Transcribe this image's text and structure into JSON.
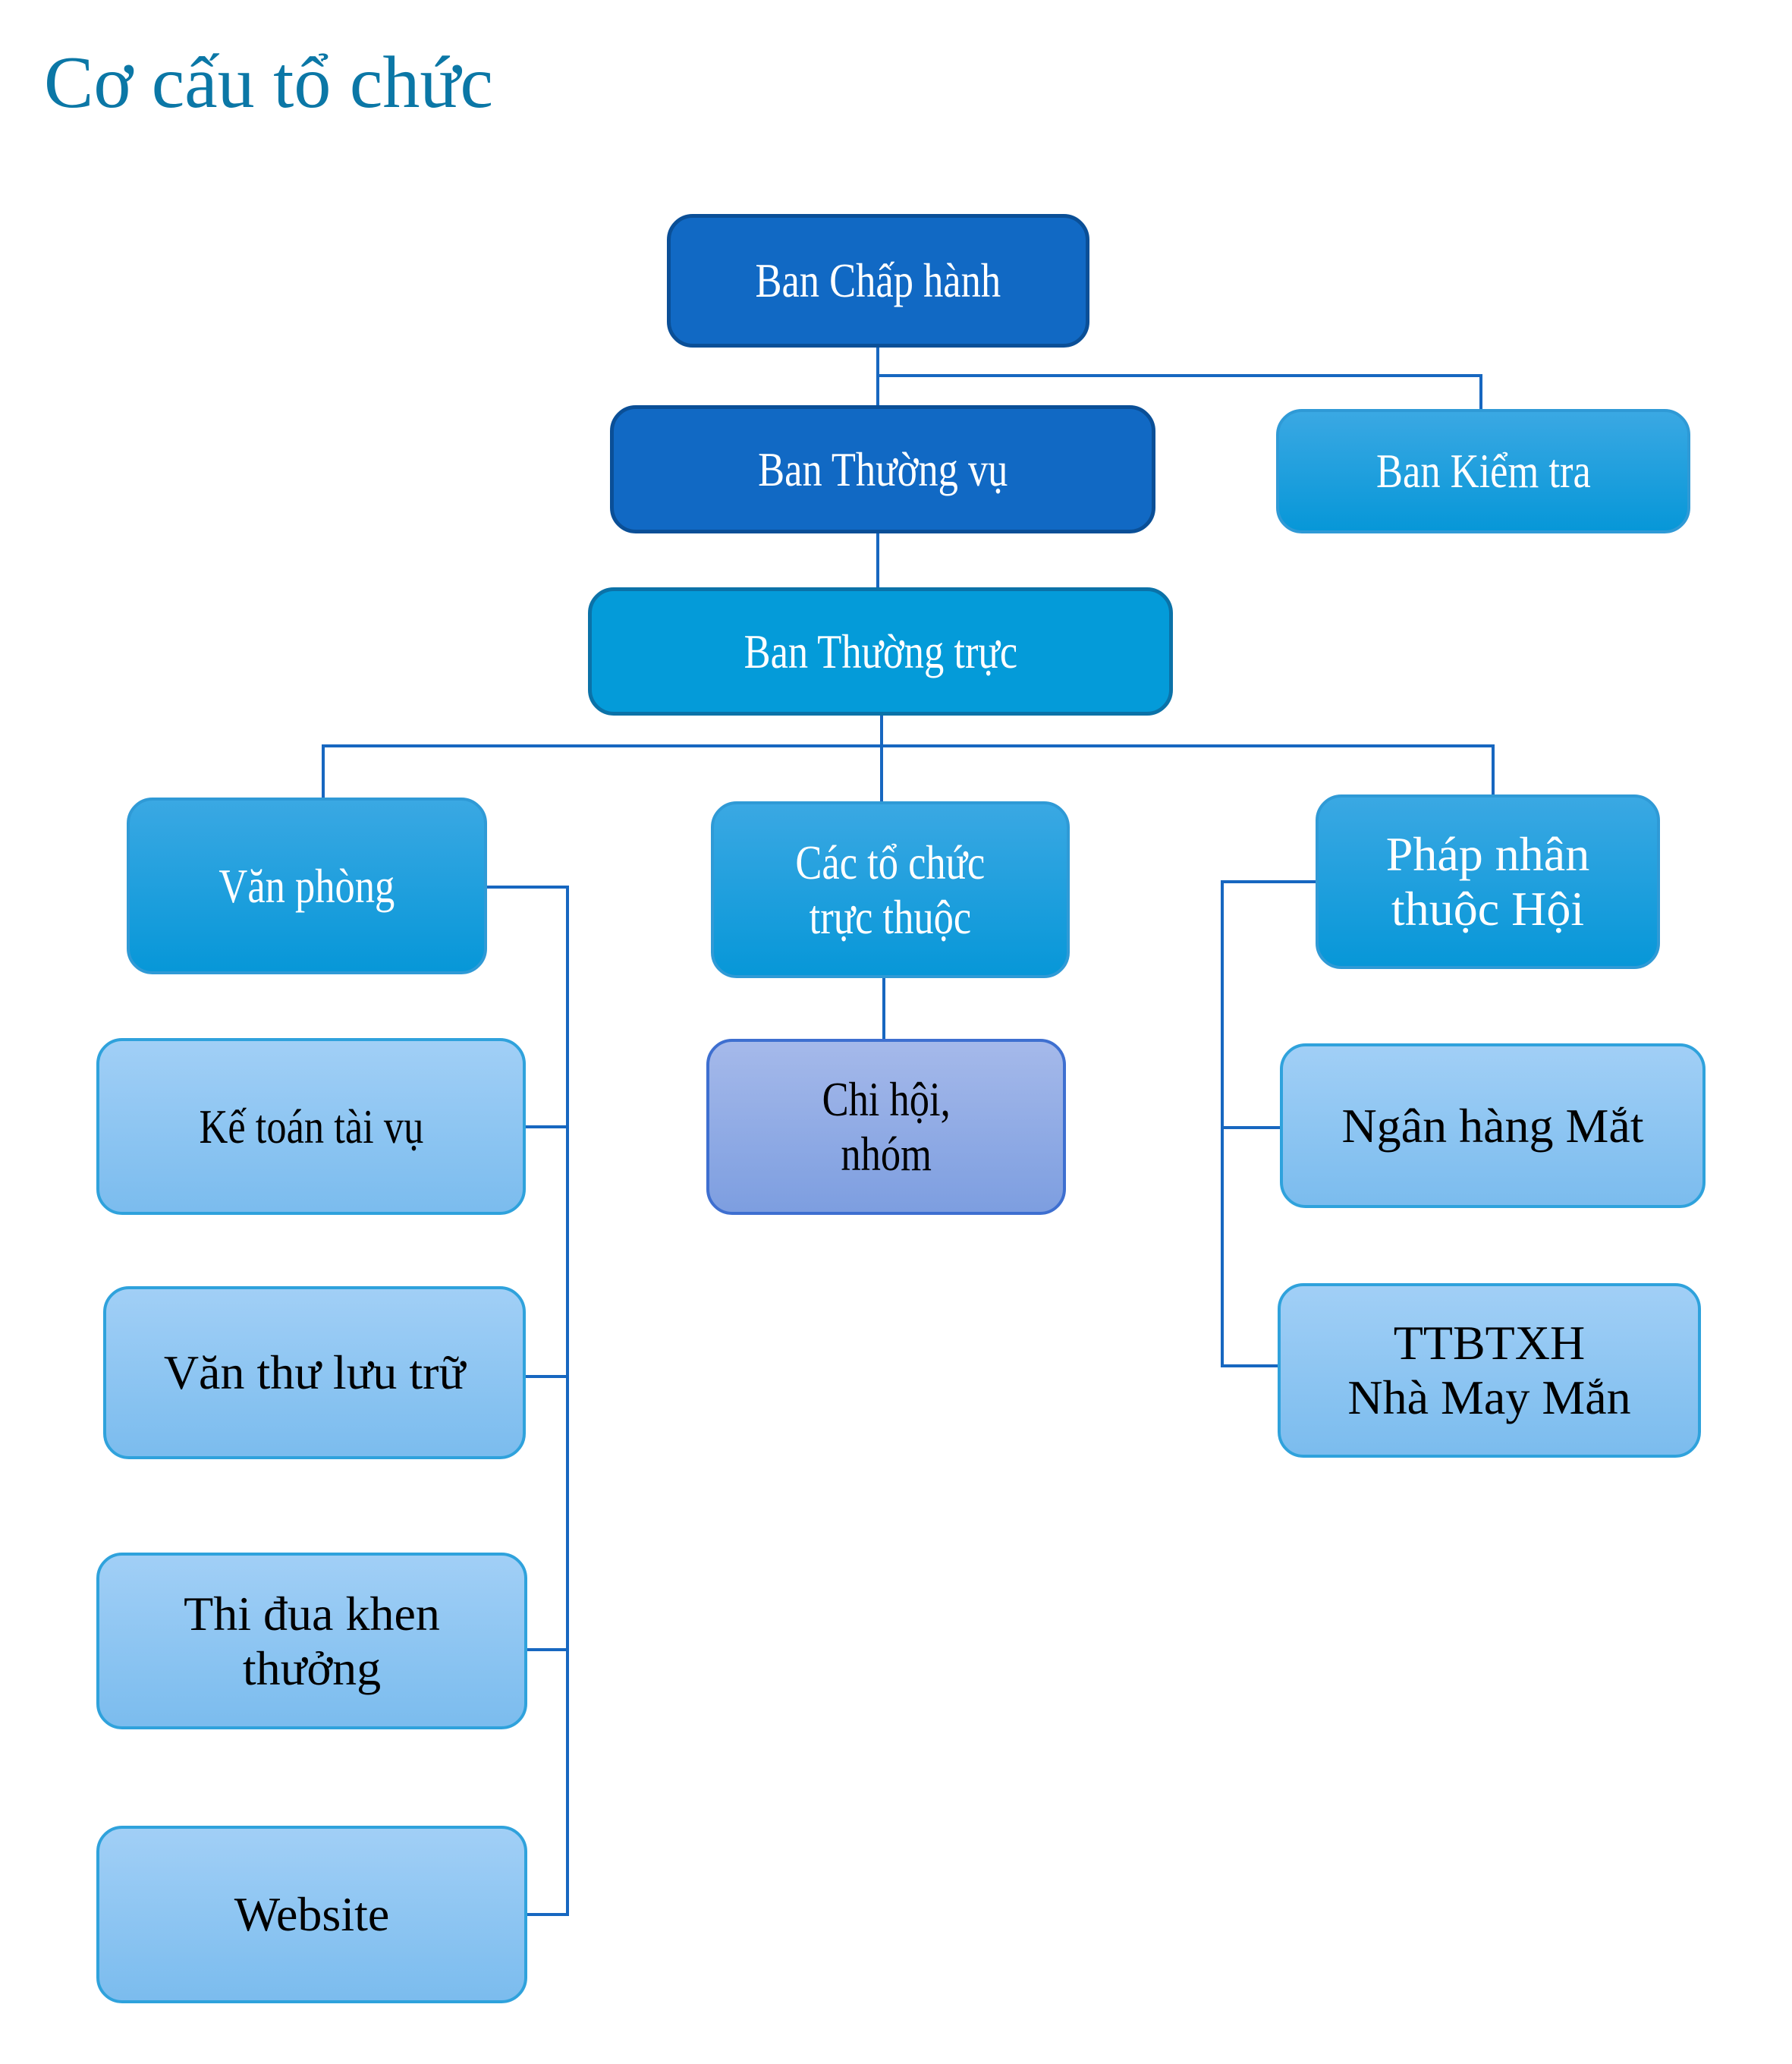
{
  "title": "Cơ cấu tổ chức",
  "colors": {
    "title": "#0b77a6",
    "dark_box": "#1169c4",
    "mid_box": "#0797d8",
    "light_box": "#8cc4f2",
    "purple_box": "#8fa9e4",
    "connector": "#1767c0"
  },
  "nodes": {
    "ban_chap_hanh": "Ban Chấp hành",
    "ban_thuong_vu": "Ban Thường vụ",
    "ban_kiem_tra": "Ban Kiểm tra",
    "ban_thuong_truc": "Ban Thường trực",
    "van_phong": "Văn phòng",
    "cac_to_chuc_1": "Các tổ chức",
    "cac_to_chuc_2": "trực thuộc",
    "phap_nhan_1": "Pháp nhân",
    "phap_nhan_2": "thuộc Hội",
    "ke_toan": "Kế toán tài vụ",
    "van_thu": "Văn thư lưu trữ",
    "thi_dua_1": "Thi đua khen",
    "thi_dua_2": "thưởng",
    "website": "Website",
    "chi_hoi_1": "Chi hội,",
    "chi_hoi_2": "nhóm",
    "ngan_hang": "Ngân hàng Mắt",
    "ttbtxh_1": "TTBTXH",
    "ttbtxh_2": "Nhà May Mắn"
  },
  "edges": [
    [
      "ban_chap_hanh",
      "ban_thuong_vu"
    ],
    [
      "ban_chap_hanh",
      "ban_kiem_tra"
    ],
    [
      "ban_thuong_vu",
      "ban_thuong_truc"
    ],
    [
      "ban_thuong_truc",
      "van_phong"
    ],
    [
      "ban_thuong_truc",
      "cac_to_chuc"
    ],
    [
      "ban_thuong_truc",
      "phap_nhan"
    ],
    [
      "van_phong",
      "ke_toan"
    ],
    [
      "van_phong",
      "van_thu"
    ],
    [
      "van_phong",
      "thi_dua"
    ],
    [
      "van_phong",
      "website"
    ],
    [
      "cac_to_chuc",
      "chi_hoi"
    ],
    [
      "phap_nhan",
      "ngan_hang"
    ],
    [
      "phap_nhan",
      "ttbtxh"
    ]
  ]
}
